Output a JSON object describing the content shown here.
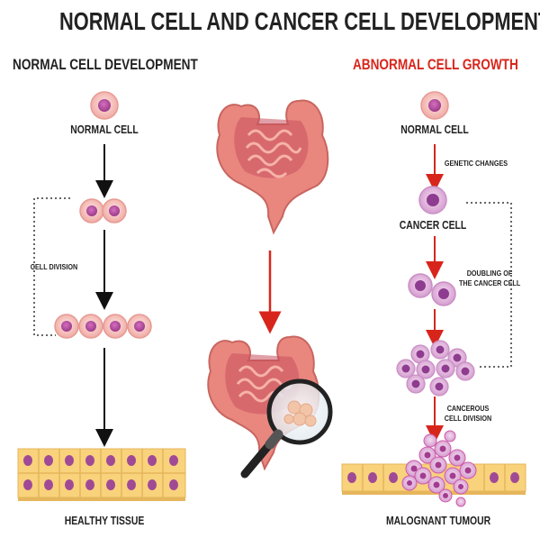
{
  "title": "NORMAL CELL AND CANCER CELL DEVELOPMENT",
  "left_panel": {
    "heading": "NORMAL CELL DEVELOPMENT",
    "normal_cell": "NORMAL CELL",
    "cell_division": "CELL DIVISION",
    "healthy_tissue": "HEALTHY TISSUE"
  },
  "right_panel": {
    "heading": "ABNORMAL CELL GROWTH",
    "normal_cell": "NORMAL CELL",
    "genetic_changes": "GENETIC CHANGES",
    "cancer_cell": "CANCER CELL",
    "doubling_line1": "DOUBLING OF",
    "doubling_line2": "THE CANCER CELL",
    "cancerous_line1": "CANCEROUS",
    "cancerous_line2": "CELL DIVISION",
    "malignant_tumour": "MALOGNANT TUMOUR"
  },
  "colors": {
    "arrow_black": "#111111",
    "arrow_red": "#d8251b",
    "cell_outer": "#f6c9c4",
    "cell_nucleus": "#b4489a",
    "cancer_cell": "#e4b6dd",
    "cancer_nucleus": "#8e3c8f",
    "tissue": "#f9d27c",
    "intestine": "#e9877f"
  }
}
